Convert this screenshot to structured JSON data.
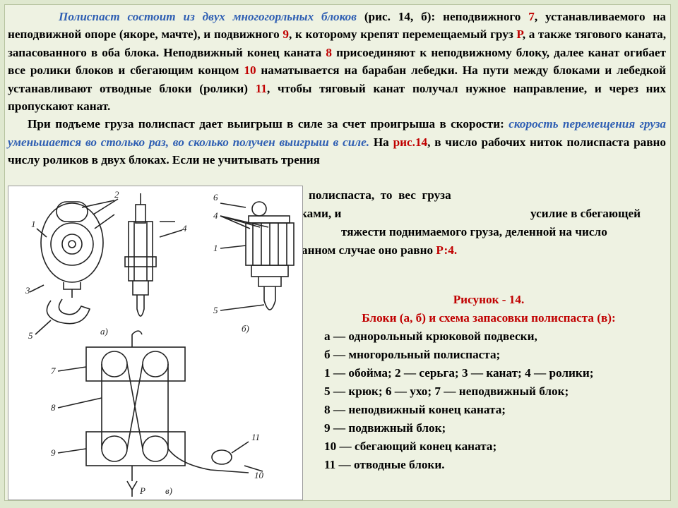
{
  "paragraph1": {
    "lead_italic": "Полиспаст состоит из двух многогорльных блоков",
    "s1": " (рис. 14, б): неподвижного ",
    "n7": "7",
    "s2": ", устанавливаемого на неподвижной опоре (якоре, мачте), и подвижного ",
    "n9": "9",
    "s3": ", к которому крепят перемещаемый груз ",
    "P": "Р",
    "s4": ", а также тягового каната, запасованного в оба блока. Неподвижный конец каната ",
    "n8": "8",
    "s5": " присоединяют к неподвижному блоку, далее канат огибает все ролики блоков и сбегающим концом ",
    "n10": "10",
    "s6": " наматывается на барабан лебедки. На пути между блоками и лебедкой устанавливают отводные блоки (ролики) ",
    "n11": "11",
    "s7": ", чтобы тяговый канат получал нужное направление, и через них пропускают канат."
  },
  "paragraph2": {
    "s1": "При подъеме груза полиспаст дает выигрыш в силе за счет проигрыша в скорости: ",
    "italic": "скорость перемещения груза уменьшается во столько раз, во сколько получен выигрыш в силе.",
    "s2": " На ",
    "ref": "рис.14",
    "s3": ", в число рабочих ниток полиспаста равно числу роликов в двух блоках. Если не учитывать трения",
    "frag1": "полиспаста,  то  вес  груза",
    "frag2": "ками, и",
    "frag3": "усилие в сбегающей",
    "frag4": "тяжести поднимаемого груза, деленной на число",
    "frag5": "анном случае оно равно ",
    "frag5_val": "Р:4."
  },
  "caption": {
    "title": "Рисунок - 14.",
    "subtitle": "Блоки (а, б) и схема запасовки полиспаста (в):",
    "items": [
      "а — однорольный крюковой подвески,",
      "б — многорольный полиспаста;",
      "1 — обойма; 2 — серьга; 3 — канат; 4 — ролики;",
      "5 — крюк; 6 — ухо; 7 — неподвижный блок;",
      "8 — неподвижный конец каната;",
      "9 — подвижный блок;",
      "10 — сбегающий конец каната;",
      "11 — отводные блоки."
    ]
  },
  "figure_labels": {
    "l1": "1",
    "l2": "2",
    "l3": "3",
    "l4": "4",
    "l5": "5",
    "l6": "6",
    "l4b": "4",
    "l1b": "1",
    "l5b": "5",
    "l7": "7",
    "l8": "8",
    "l9": "9",
    "l10": "10",
    "l11": "11",
    "a": "а)",
    "b": "б)",
    "v": "в)",
    "P": "Р"
  }
}
